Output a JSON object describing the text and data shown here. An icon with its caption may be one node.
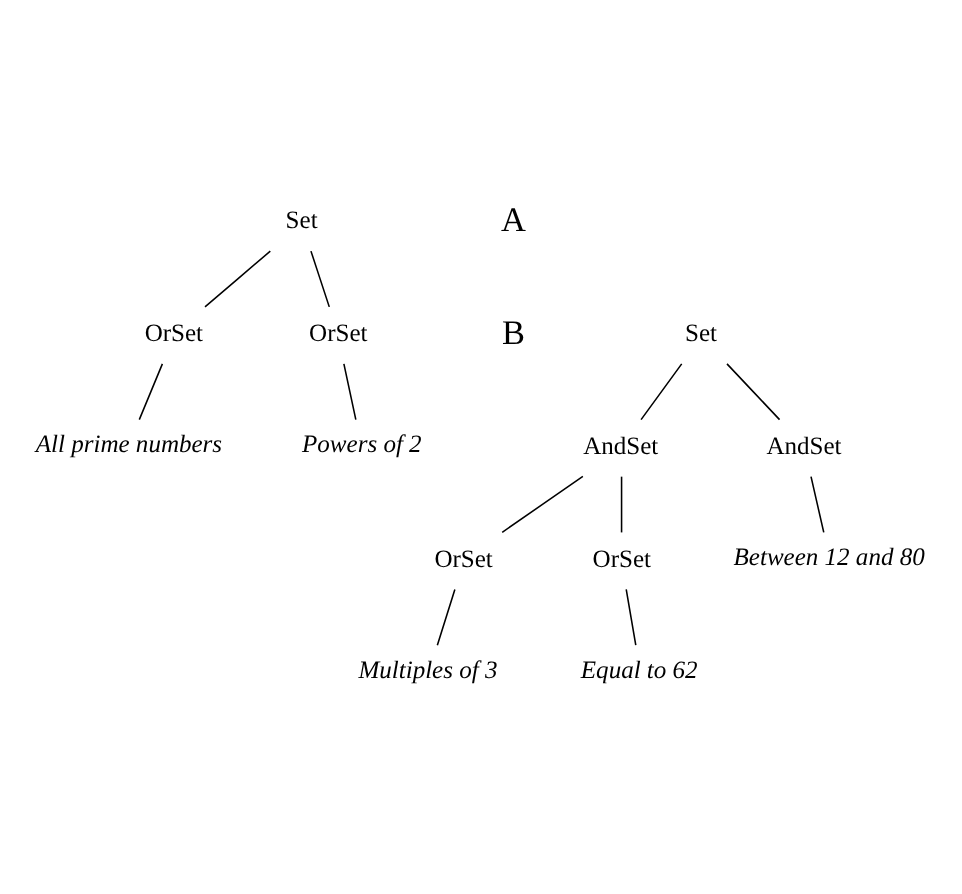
{
  "diagram": {
    "nodes": [
      {
        "text": [
          "Set"
        ]
      },
      {
        "text": [
          "OrSet"
        ]
      },
      {
        "text": [
          "OrSet"
        ]
      },
      {
        "text": [
          "All prime numbers"
        ]
      },
      {
        "text": [
          "Powers of 2"
        ]
      },
      {
        "text": [
          "Set"
        ]
      },
      {
        "text": [
          "AndSet"
        ]
      },
      {
        "text": [
          "AndSet"
        ]
      },
      {
        "text": [
          "OrSet"
        ]
      },
      {
        "text": [
          "OrSet"
        ]
      },
      {
        "text": [
          "Between 12 and 80"
        ]
      },
      {
        "text": [
          "Multiples of 3"
        ]
      },
      {
        "text": [
          "Equal to 62"
        ]
      }
    ],
    "edges": [
      {
        "from": 0,
        "to": 1,
        "arrow": "none"
      },
      {
        "from": 0,
        "to": 2,
        "arrow": "none"
      },
      {
        "from": 1,
        "to": 3,
        "arrow": "none"
      },
      {
        "from": 2,
        "to": 4,
        "arrow": "none"
      },
      {
        "from": 5,
        "to": 6,
        "arrow": "none"
      },
      {
        "from": 5,
        "to": 7,
        "arrow": "none"
      },
      {
        "from": 6,
        "to": 8,
        "arrow": "none"
      },
      {
        "from": 6,
        "to": 9,
        "arrow": "none"
      },
      {
        "from": 7,
        "to": 10,
        "arrow": "none"
      },
      {
        "from": 8,
        "to": 11,
        "arrow": "none"
      },
      {
        "from": 9,
        "to": 12,
        "arrow": "none"
      }
    ],
    "labels": [
      "A",
      "B"
    ]
  }
}
